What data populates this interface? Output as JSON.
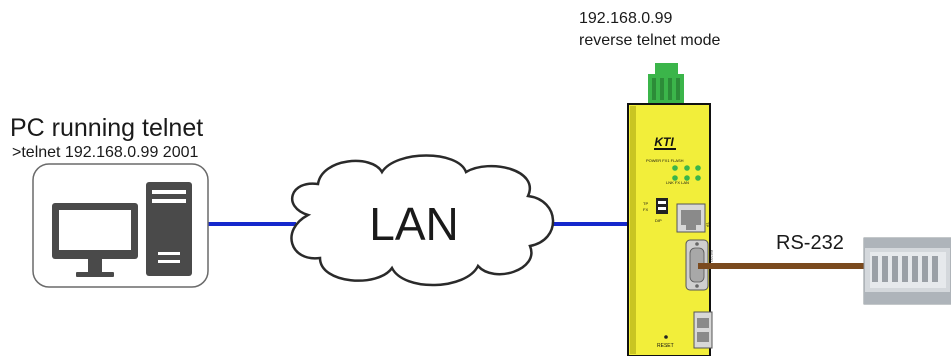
{
  "pc": {
    "title": "PC running telnet",
    "command": ">telnet 192.168.0.99 2001"
  },
  "network": {
    "cloud_label": "LAN"
  },
  "device": {
    "ip": "192.168.0.99",
    "mode": "reverse telnet mode",
    "brand": "KTI",
    "reset_label": "RESET"
  },
  "serial": {
    "label": "RS-232"
  },
  "colors": {
    "ethernet_line": "#1528cc",
    "serial_cable": "#7a4a1e",
    "device_body": "#f2ee3a",
    "terminal_block": "#3bb54a",
    "monitor": "#4a4a4a"
  }
}
